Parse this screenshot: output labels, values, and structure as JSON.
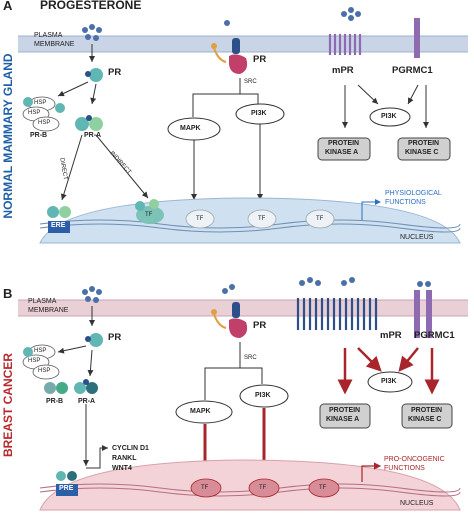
{
  "panel_a": {
    "letter": "A",
    "title": "PROGESTERONE",
    "side_label": "NORMAL MAMMARY GLAND",
    "plasma_membrane": [
      "PLASMA",
      "MEMBRANE"
    ],
    "pr": "PR",
    "pr_center": "PR",
    "hsp": [
      "HSP",
      "HSP",
      "HSP"
    ],
    "pr_b": "PR-B",
    "pr_a": "PR-A",
    "direct": "DIRECT",
    "indirect": "INDIRECT",
    "src": "SRC",
    "mapk": "MAPK",
    "pi3k_center": "PI3K",
    "mpr": "mPR",
    "pgrmc1": "PGRMC1",
    "pi3k_right": "PI3K",
    "pka": [
      "PROTEIN",
      "KINASE A"
    ],
    "pkc": [
      "PROTEIN",
      "KINASE C"
    ],
    "ere": "ERE",
    "tf": [
      "TF",
      "TF",
      "TF",
      "TF"
    ],
    "physiological": [
      "PHYSIOLOGICAL",
      "FUNCTIONS"
    ],
    "nucleus": "NUCLEUS"
  },
  "panel_b": {
    "letter": "B",
    "side_label": "BREAST CANCER",
    "plasma_membrane": [
      "PLASMA",
      "MEMBRANE"
    ],
    "pr": "PR",
    "pr_center": "PR",
    "hsp": [
      "HSP",
      "HSP",
      "HSP"
    ],
    "pr_b": "PR-B",
    "pr_a": "PR-A",
    "src": "SRC",
    "mapk": "MAPK",
    "pi3k_center": "PI3K",
    "mpr": "mPR",
    "pgrmc1": "PGRMC1",
    "pi3k_right": "PI3K",
    "pka": [
      "PROTEIN",
      "KINASE A"
    ],
    "pkc": [
      "PROTEIN",
      "KINASE C"
    ],
    "genes": [
      "CYCLIN D1",
      "RANKL",
      "WNT4"
    ],
    "pre": "PRE",
    "tf": [
      "TF",
      "TF",
      "TF"
    ],
    "pro_oncogenic": [
      "PRO-ONCOGENIC",
      "FUNCTIONS"
    ],
    "nucleus": "NUCLEUS"
  },
  "colors": {
    "membrane_a": "#c9d4e6",
    "membrane_b": "#e9cfd6",
    "nucleus_a": "#cfe0f0",
    "nucleus_b": "#f3d3d8",
    "side_a": "#1f5fa8",
    "side_b": "#b62a2f",
    "oncogenic_arrow": "#a8262b",
    "physio_text": "#2a6fbf",
    "receptor_purple": "#8e6bb0",
    "pr_teal": "#5fb6b2",
    "pr_magenta": "#c0406a"
  }
}
